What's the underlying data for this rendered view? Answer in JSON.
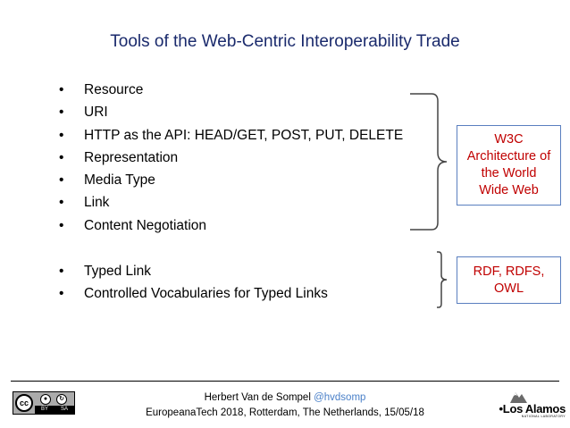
{
  "slide": {
    "title": "Tools of the Web-Centric Interoperability Trade"
  },
  "bullet_marker": "•",
  "group1": {
    "items": [
      "Resource",
      "URI",
      "HTTP as the API: HEAD/GET, POST, PUT, DELETE",
      "Representation",
      "Media Type",
      "Link",
      "Content Negotiation"
    ],
    "box_lines": [
      "W3C",
      "Architecture of",
      "the World",
      "Wide Web"
    ]
  },
  "group2": {
    "items": [
      "Typed Link",
      "Controlled Vocabularies for Typed Links"
    ],
    "box_lines": [
      "RDF, RDFS,",
      "OWL"
    ]
  },
  "footer": {
    "author": "Herbert Van de Sompel",
    "handle": "@hvdsomp",
    "event": "EuropeanaTech 2018, Rotterdam, The Netherlands, 15/05/18"
  },
  "license_badge": {
    "icon": "cc-by-sa-icon",
    "cc": "cc",
    "by": "BY",
    "sa": "SA"
  },
  "logo": {
    "name": "Los Alamos",
    "subtitle": "NATIONAL LABORATORY",
    "icon": "los-alamos-logo-icon"
  },
  "colors": {
    "title": "#1a2a6c",
    "box_text": "#c00000",
    "box_border": "#5a7fbf",
    "handle": "#4a80c8"
  }
}
